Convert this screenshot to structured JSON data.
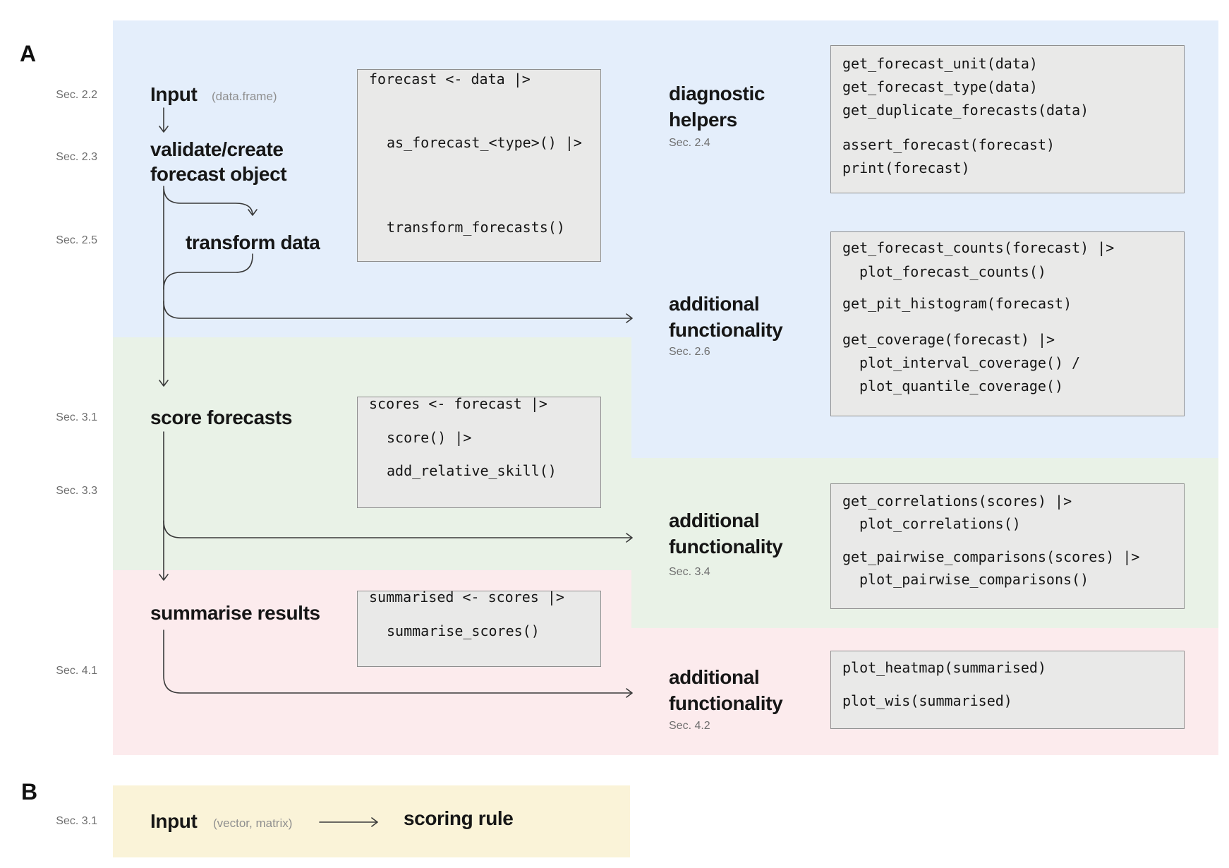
{
  "panels": {
    "a_label": "A",
    "b_label": "B"
  },
  "colors": {
    "blue": "#e4eefb",
    "green": "#e9f2e7",
    "pink": "#fcebed",
    "yellow": "#faf3d8",
    "box_fill": "#e9e9e8",
    "box_border": "#8f8f8f",
    "arrow": "#3a3a3a",
    "sec_text": "#6f6f6f",
    "muted_text": "#8f8f8f"
  },
  "section_labels": {
    "s22": "Sec. 2.2",
    "s23": "Sec. 2.3",
    "s25": "Sec. 2.5",
    "s31": "Sec. 3.1",
    "s33": "Sec. 3.3",
    "s41": "Sec. 4.1",
    "b31": "Sec. 3.1"
  },
  "flow": {
    "input_label": "Input",
    "input_note": "(data.frame)",
    "validate_label": "validate/create\nforecast object",
    "transform_label": "transform data",
    "score_label": "score forecasts",
    "summarise_label": "summarise results",
    "b_input_label": "Input",
    "b_input_note": "(vector, matrix)",
    "b_target_label": "scoring rule"
  },
  "headings": {
    "diagnostic": {
      "title": "diagnostic\nhelpers",
      "sec": "Sec. 2.4"
    },
    "func1": {
      "title": "additional\nfunctionality",
      "sec": "Sec. 2.6"
    },
    "func2": {
      "title": "additional\nfunctionality",
      "sec": "Sec. 3.4"
    },
    "func3": {
      "title": "additional\nfunctionality",
      "sec": "Sec. 4.2"
    }
  },
  "code_boxes": {
    "pipeline1": [
      "forecast <- data |>",
      "as_forecast_<type>() |>",
      "transform_forecasts()"
    ],
    "pipeline2": [
      "scores <- forecast |>",
      "score() |>",
      "add_relative_skill()"
    ],
    "pipeline3": [
      "summarised <- scores |>",
      "summarise_scores()"
    ],
    "diag": [
      "get_forecast_unit(data)",
      "get_forecast_type(data)",
      "get_duplicate_forecasts(data)",
      "assert_forecast(forecast)",
      "print(forecast)"
    ],
    "func1": [
      "get_forecast_counts(forecast) |>",
      "plot_forecast_counts()",
      "get_pit_histogram(forecast)",
      "get_coverage(forecast) |>",
      "plot_interval_coverage() /",
      "plot_quantile_coverage()"
    ],
    "func2": [
      "get_correlations(scores) |>",
      "plot_correlations()",
      "get_pairwise_comparisons(scores) |>",
      "plot_pairwise_comparisons()"
    ],
    "func3": [
      "plot_heatmap(summarised)",
      "plot_wis(summarised)"
    ]
  }
}
